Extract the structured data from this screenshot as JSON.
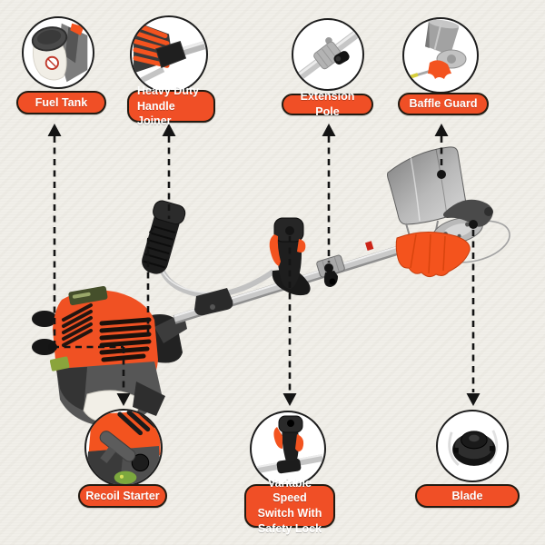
{
  "colors": {
    "page_bg": "#F1EFE9",
    "label_bg": "#F04F26",
    "label_border": "#231B12",
    "ring": "#1D1D1D",
    "connector": "#141414",
    "machine_orange": "#F05123",
    "chrome": "#C9C9C9",
    "guard_gray": "#9A9A9A"
  },
  "callouts": {
    "top": [
      {
        "id": "fuel-tank",
        "label": "Fuel Tank"
      },
      {
        "id": "heavy-duty-handle-joiner",
        "label": "Heavy Duty\nHandle Joiner"
      },
      {
        "id": "extension-pole",
        "label": "Extension Pole"
      },
      {
        "id": "baffle-guard",
        "label": "Baffle Guard"
      }
    ],
    "bottom": [
      {
        "id": "recoil-starter",
        "label": "Recoil Starter"
      },
      {
        "id": "variable-speed-switch",
        "label": "Variable Speed\nSwitch With\nSafety Lock"
      },
      {
        "id": "blade",
        "label": "Blade"
      }
    ]
  }
}
